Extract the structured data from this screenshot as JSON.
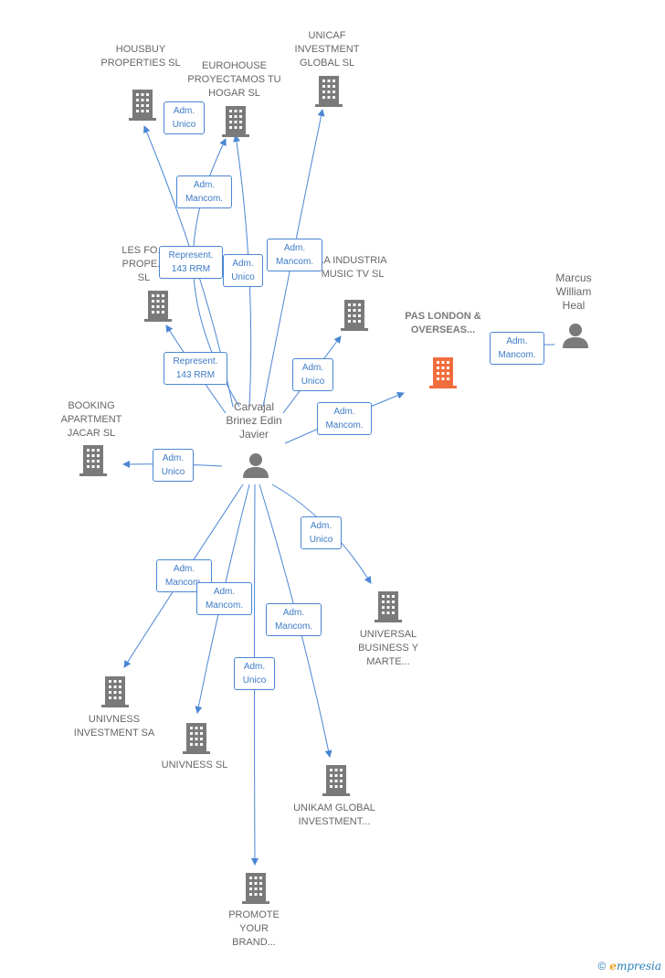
{
  "colors": {
    "edge": "#4a86d4",
    "company": "#7a7a7a",
    "highlight": "#f26d3d",
    "person": "#7a7a7a"
  },
  "center": {
    "label": "Carvajal Brinez Edin Javier",
    "icon": "person-icon"
  },
  "nodes": [
    {
      "id": "housbuy",
      "label": "HOUSBUY PROPERTIES SL",
      "icon": "building-icon"
    },
    {
      "id": "eurohouse",
      "label": "EUROHOUSE PROYECTAMOS TU HOGAR SL",
      "icon": "building-icon"
    },
    {
      "id": "unicaf",
      "label": "UNICAF INVESTMENT GLOBAL SL",
      "icon": "building-icon"
    },
    {
      "id": "lesf",
      "label": "LES FO... PROPE... SL",
      "icon": "building-icon"
    },
    {
      "id": "laindustria",
      "label": "LA INDUSTRIA MUSIC TV SL",
      "icon": "building-icon"
    },
    {
      "id": "pas",
      "label": "PAS LONDON & OVERSEAS...",
      "icon": "building-icon",
      "highlight": true
    },
    {
      "id": "marcus",
      "label": "Marcus William Heal",
      "icon": "person-icon"
    },
    {
      "id": "booking",
      "label": "BOOKING APARTMENT JACAR SL",
      "icon": "building-icon"
    },
    {
      "id": "universal",
      "label": "UNIVERSAL BUSINESS Y MARTE...",
      "icon": "building-icon"
    },
    {
      "id": "univnessinv",
      "label": "UNIVNESS INVESTMENT SA",
      "icon": "building-icon"
    },
    {
      "id": "univness",
      "label": "UNIVNESS SL",
      "icon": "building-icon"
    },
    {
      "id": "unikam",
      "label": "UNIKAM GLOBAL INVESTMENT...",
      "icon": "building-icon"
    },
    {
      "id": "promote",
      "label": "PROMOTE YOUR BRAND...",
      "icon": "building-icon"
    }
  ],
  "edge_labels": [
    {
      "id": "e-housbuy",
      "line1": "Adm.",
      "line2": "Unico"
    },
    {
      "id": "e-eurohouse",
      "line1": "Adm.",
      "line2": "Mancom."
    },
    {
      "id": "e-housbuy-rep",
      "line1": "Represent.",
      "line2": "143 RRM"
    },
    {
      "id": "e-eurohouse-unico",
      "line1": "Adm.",
      "line2": "Unico"
    },
    {
      "id": "e-unicaf",
      "line1": "Adm.",
      "line2": "Mancom."
    },
    {
      "id": "e-lesf",
      "line1": "Represent.",
      "line2": "143 RRM"
    },
    {
      "id": "e-laindustria",
      "line1": "Adm.",
      "line2": "Unico"
    },
    {
      "id": "e-pas",
      "line1": "Adm.",
      "line2": "Mancom."
    },
    {
      "id": "e-marcus",
      "line1": "Adm.",
      "line2": "Mancom."
    },
    {
      "id": "e-booking",
      "line1": "Adm.",
      "line2": "Unico"
    },
    {
      "id": "e-universal",
      "line1": "Adm.",
      "line2": "Unico"
    },
    {
      "id": "e-univnessinv",
      "line1": "Adm.",
      "line2": "Mancom."
    },
    {
      "id": "e-univness",
      "line1": "Adm.",
      "line2": "Mancom."
    },
    {
      "id": "e-unikam",
      "line1": "Adm.",
      "line2": "Mancom."
    },
    {
      "id": "e-promote",
      "line1": "Adm.",
      "line2": "Unico"
    }
  ],
  "footer": {
    "copyright": "©",
    "brand_first": "e",
    "brand_rest": "mpresia"
  }
}
